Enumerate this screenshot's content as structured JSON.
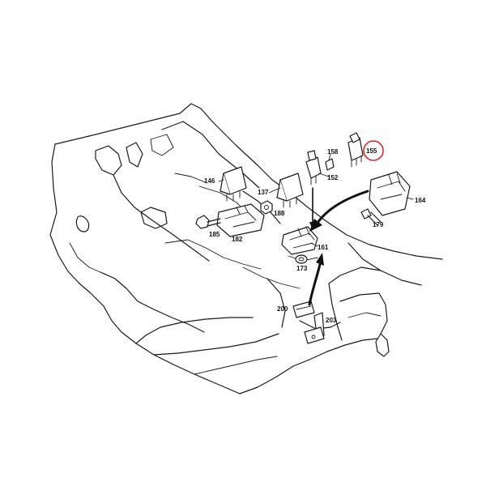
{
  "callouts": {
    "c146": "146",
    "c137": "137",
    "c188": "188",
    "c185": "185",
    "c182": "182",
    "c158": "158",
    "c152": "152",
    "c155": "155",
    "c164": "164",
    "c179": "179",
    "c161": "161",
    "c173": "173",
    "c200": "200",
    "c203": "203"
  },
  "highlight": {
    "part": "155",
    "color": "#e0262a"
  }
}
